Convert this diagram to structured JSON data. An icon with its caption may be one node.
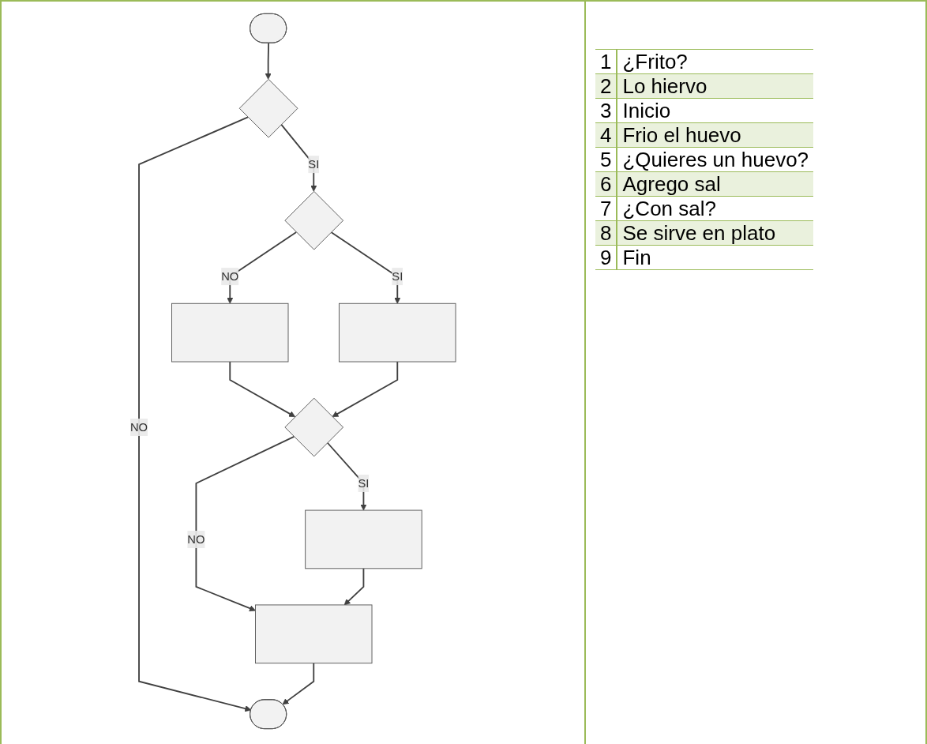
{
  "diagram": {
    "nodes": [
      {
        "text": [],
        "shape": "stadium"
      },
      {
        "text": [],
        "shape": "diamond"
      },
      {
        "text": [],
        "shape": "diamond"
      },
      {
        "text": [],
        "shape": "box"
      },
      {
        "text": [],
        "shape": "box"
      },
      {
        "text": [],
        "shape": "diamond"
      },
      {
        "text": [],
        "shape": "box"
      },
      {
        "text": [],
        "shape": "box"
      },
      {
        "text": [],
        "shape": "stadium"
      }
    ],
    "edges": [
      {
        "from": 0,
        "to": 1,
        "arrow": "to"
      },
      {
        "from": 1,
        "to": 8,
        "arrow": "to",
        "label": "NO"
      },
      {
        "from": 1,
        "to": 2,
        "arrow": "to",
        "label": "SI"
      },
      {
        "from": 2,
        "to": 3,
        "arrow": "to",
        "label": "NO"
      },
      {
        "from": 2,
        "to": 4,
        "arrow": "to",
        "label": "SI"
      },
      {
        "from": 3,
        "to": 5,
        "arrow": "to"
      },
      {
        "from": 4,
        "to": 5,
        "arrow": "to"
      },
      {
        "from": 5,
        "to": 7,
        "arrow": "to",
        "label": "NO"
      },
      {
        "from": 5,
        "to": 6,
        "arrow": "to",
        "label": "SI"
      },
      {
        "from": 6,
        "to": 7,
        "arrow": "to"
      },
      {
        "from": 7,
        "to": 8,
        "arrow": "to"
      }
    ],
    "labels": [
      "1",
      "¿Frito?",
      "2",
      "Lo hiervo",
      "3",
      "Inicio",
      "4",
      "Frio el huevo",
      "5",
      "¿Quieres un huevo?",
      "6",
      "Agrego sal",
      "7",
      "¿Con sal?",
      "8",
      "Se sirve en plato",
      "9",
      "Fin"
    ]
  }
}
